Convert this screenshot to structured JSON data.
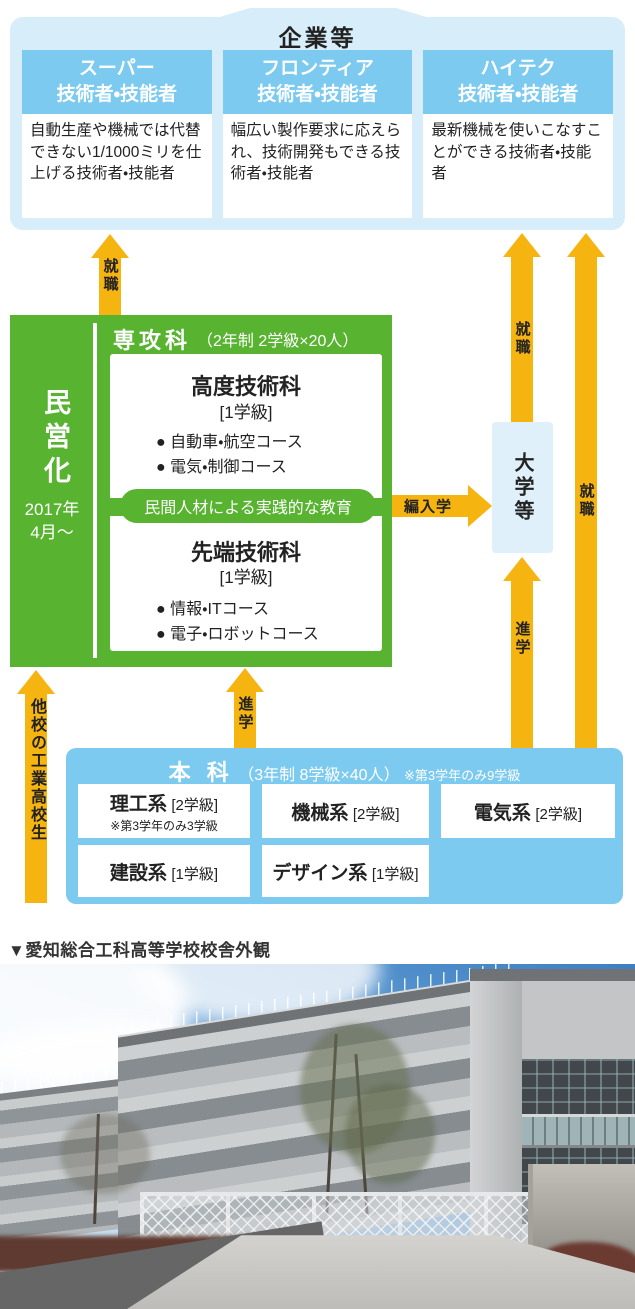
{
  "palette": {
    "accent_blue": "#7ccaf0",
    "pale_blue": "#d7edf9",
    "green": "#58b331",
    "arrow_yellow": "#f6b411",
    "univ_blue": "#dff0fa"
  },
  "top_banner": {
    "title": "企業等"
  },
  "career_cards": [
    {
      "title_line1": "スーパー",
      "title_line2": "技術者・技能者",
      "body": "自動生産や機械では代替できない1/1000ミリを仕上げる技術者・技能者"
    },
    {
      "title_line1": "フロンティア",
      "title_line2": "技術者・技能者",
      "body": "幅広い製作要求に応えられ、技術開発もできる技術者・技能者"
    },
    {
      "title_line1": "ハイテク",
      "title_line2": "技術者・技能者",
      "body": "最新機械を使いこなすことができる技術者・技能者"
    }
  ],
  "arrows": {
    "employment_left": "就職",
    "employment_univ": "就職",
    "employment_right": "就職",
    "advance_to_univ": "進学",
    "advance_to_specialty": "進学",
    "transfer": "編入学",
    "other_school": "他校の工業高校生"
  },
  "university_box": {
    "label": "大学等"
  },
  "privatization": {
    "label": "民営化",
    "year_line1": "2017年",
    "year_line2": "4月〜"
  },
  "specialty": {
    "title": "専攻科",
    "subtitle": "（2年制 2学級×20人）",
    "dept1": {
      "name": "高度技術科",
      "unit": "[1学級]",
      "courses": [
        "● 自動車・航空コース",
        "● 電気・制御コース"
      ]
    },
    "pill": "民間人材による実践的な教育",
    "dept2": {
      "name": "先端技術科",
      "unit": "[1学級]",
      "courses": [
        "● 情報・ITコース",
        "● 電子・ロボットコース"
      ]
    }
  },
  "main_course": {
    "title": "本 科",
    "subtitle": "（3年制 8学級×40人）",
    "note": "※第3学年のみ9学級",
    "cells": [
      {
        "name": "理工系",
        "unit": "[2学級]",
        "note": "※第3学年のみ3学級"
      },
      {
        "name": "機械系",
        "unit": "[2学級]"
      },
      {
        "name": "電気系",
        "unit": "[2学級]"
      },
      {
        "name": "建設系",
        "unit": "[1学級]"
      },
      {
        "name": "デザイン系",
        "unit": "[1学級]"
      }
    ]
  },
  "photo_caption": "▼愛知総合工科高等学校校舎外観"
}
